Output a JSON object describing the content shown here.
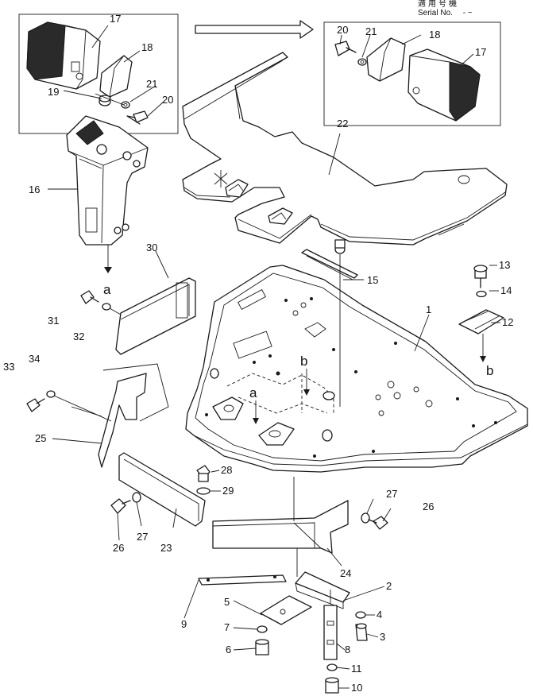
{
  "header": {
    "serial_jp": "適用号機",
    "serial_en": "Serial No.",
    "serial_range": "-  ~"
  },
  "callouts": [
    "1",
    "2",
    "3",
    "4",
    "5",
    "6",
    "7",
    "8",
    "9",
    "10",
    "11",
    "12",
    "13",
    "14",
    "15",
    "16",
    "17",
    "18",
    "19",
    "20",
    "21",
    "22",
    "23",
    "24",
    "25",
    "26",
    "27",
    "28",
    "29",
    "30",
    "31",
    "32",
    "33",
    "34"
  ],
  "ref_letters": [
    "a",
    "b"
  ]
}
